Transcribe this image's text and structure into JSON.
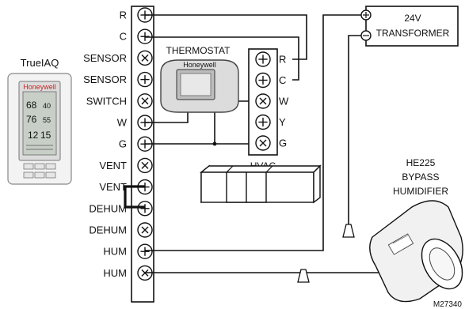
{
  "device": {
    "name": "TrueIAQ",
    "brand": "Honeywell",
    "lcd": [
      "68",
      "40",
      "76",
      "55",
      "12",
      "15"
    ]
  },
  "main_terminals": [
    "R",
    "C",
    "SENSOR",
    "SENSOR",
    "SWITCH",
    "W",
    "G",
    "VENT",
    "VENT",
    "DEHUM",
    "DEHUM",
    "HUM",
    "HUM"
  ],
  "thermostat": {
    "label": "THERMOSTAT",
    "brand": "Honeywell"
  },
  "hvac": {
    "label": "HVAC",
    "terminals": [
      "R",
      "C",
      "W",
      "Y",
      "G"
    ]
  },
  "transformer": {
    "label_line1": "24V",
    "label_line2": "TRANSFORMER"
  },
  "humidifier": {
    "label_line1": "HE225",
    "label_line2": "BYPASS",
    "label_line3": "HUMIDIFIER"
  },
  "figure_id": "M27340"
}
